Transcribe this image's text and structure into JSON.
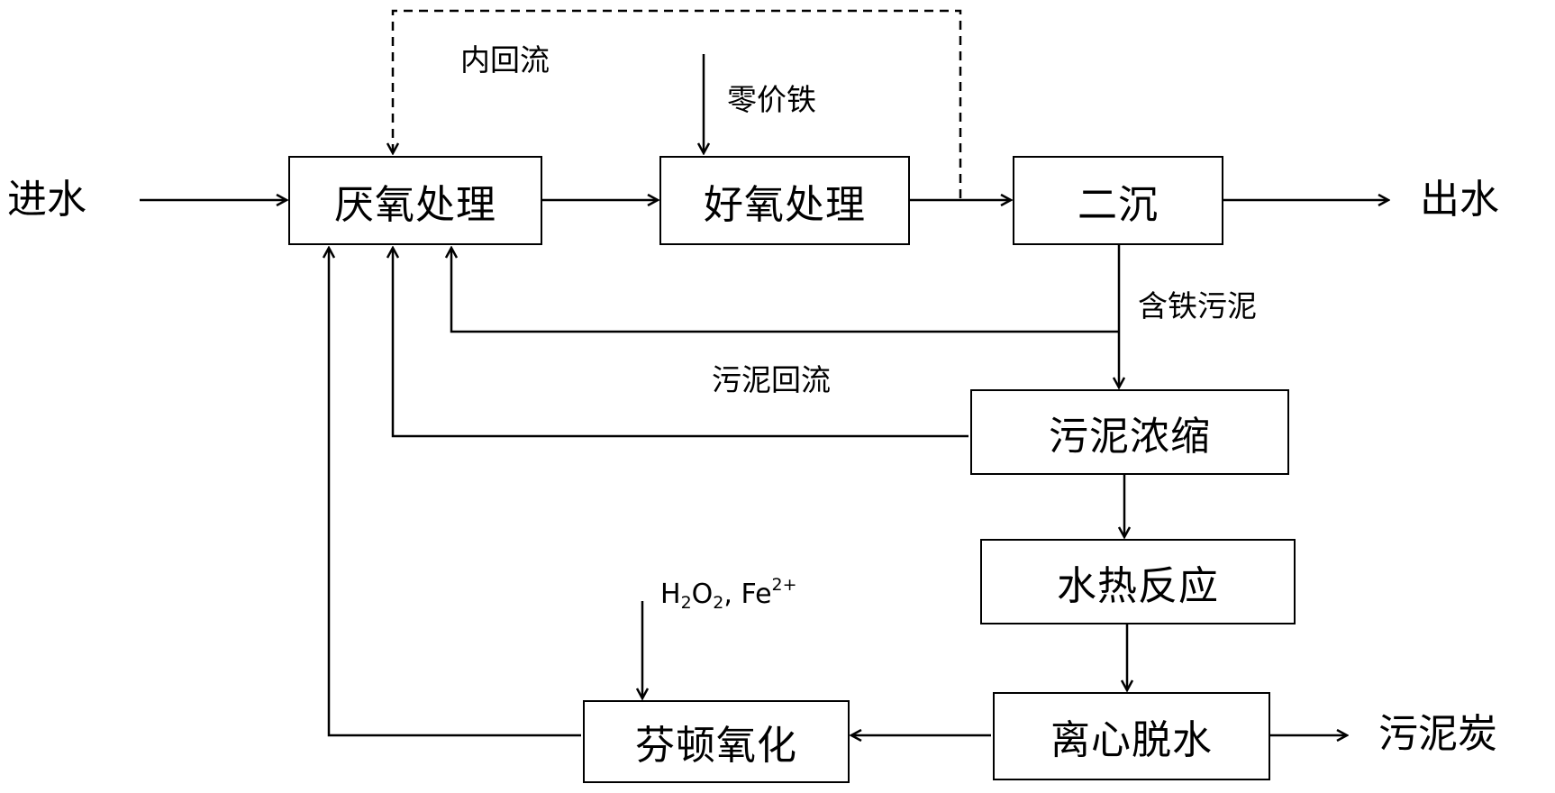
{
  "boxes": {
    "anaerobic": "厌氧处理",
    "aerobic": "好氧处理",
    "secondary_settling": "二沉",
    "sludge_thickening": "污泥浓缩",
    "hydrothermal": "水热反应",
    "centrifugal": "离心脱水",
    "fenton": "芬顿氧化"
  },
  "labels": {
    "influent": "进水",
    "effluent": "出水",
    "sludge_char": "污泥炭",
    "internal_reflux": "内回流",
    "zero_valent_iron": "零价铁",
    "iron_sludge": "含铁污泥",
    "sludge_reflux": "污泥回流",
    "reagents": {
      "h": "H",
      "h_sub": "2",
      "o": "O",
      "o_sub": "2",
      "fe": ", Fe",
      "fe_sup": "2+"
    }
  }
}
